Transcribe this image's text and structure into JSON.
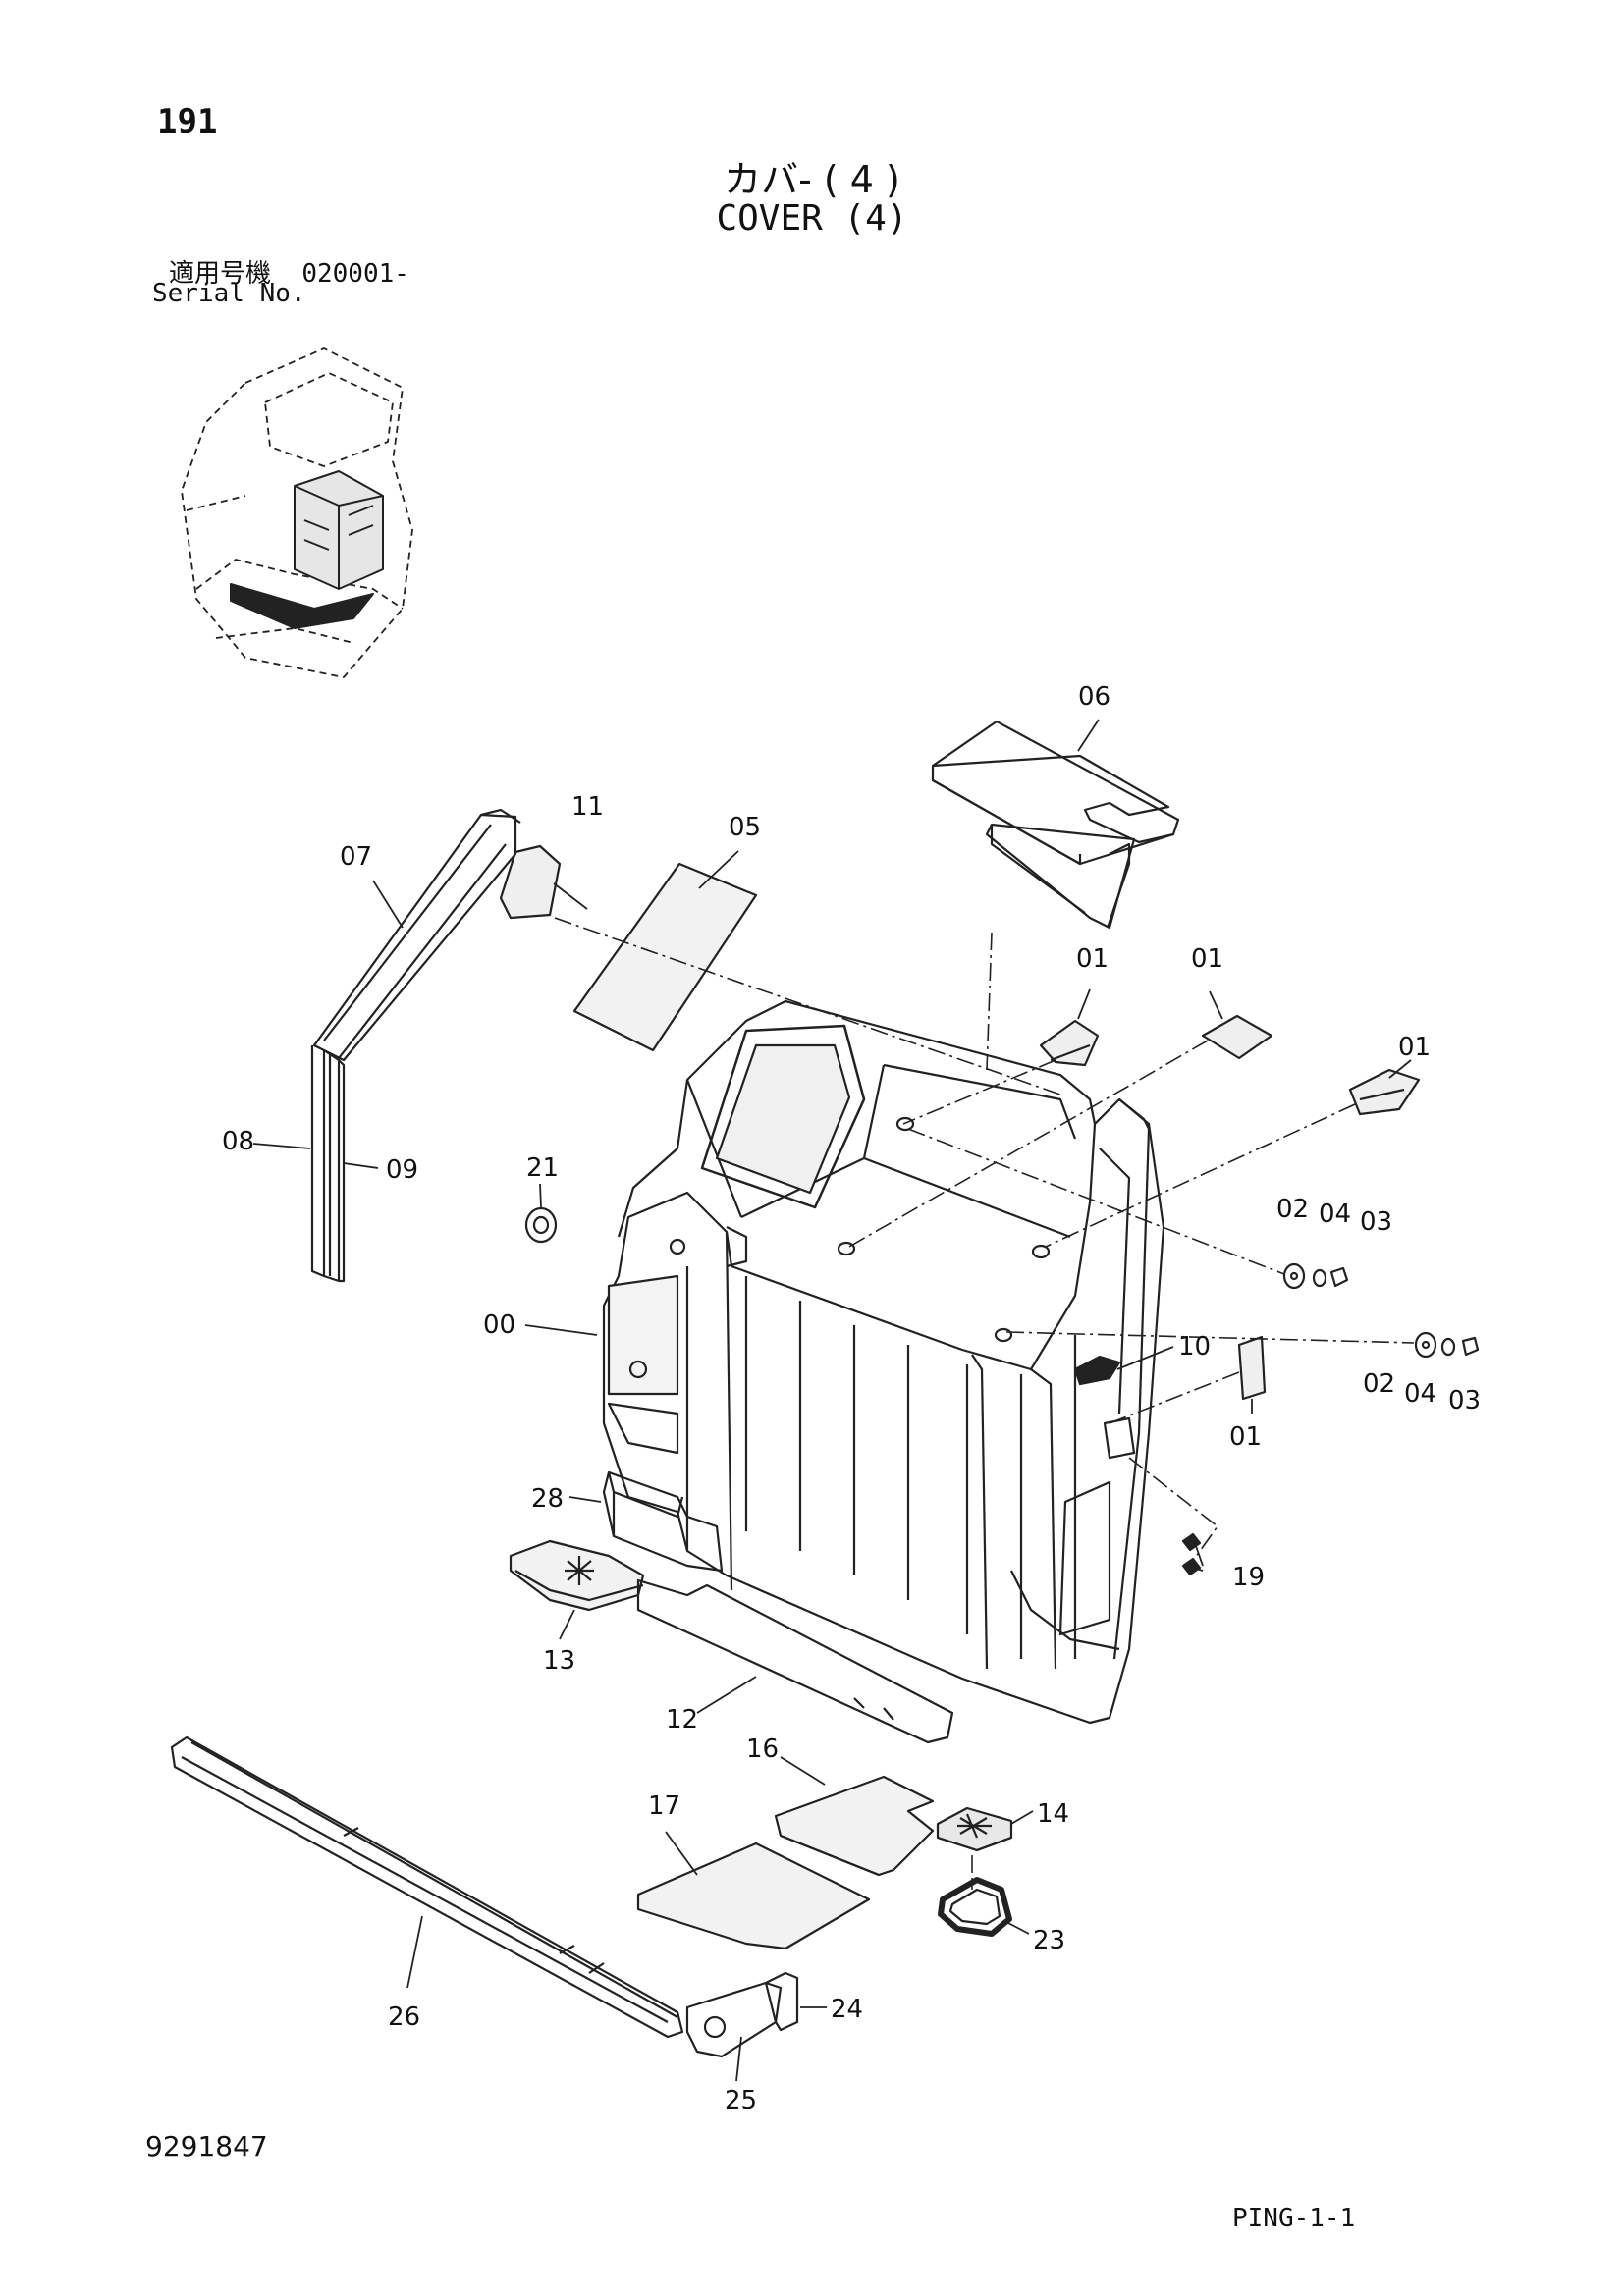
{
  "header": {
    "page_number": "191",
    "title_jp": "カバ- ( 4 )",
    "title_en": "COVER (4)",
    "serial_label_jp": "適用号機",
    "serial_range": "020001-",
    "serial_label_en": "Serial No."
  },
  "footer": {
    "document_number": "9291847",
    "page_code": "PING-1-1"
  },
  "callouts": {
    "c00": "00",
    "c01a": "01",
    "c01b": "01",
    "c01c": "01",
    "c01d": "01",
    "c02a": "02",
    "c02b": "02",
    "c03a": "03",
    "c03b": "03",
    "c04a": "04",
    "c04b": "04",
    "c05": "05",
    "c06": "06",
    "c07": "07",
    "c08": "08",
    "c09": "09",
    "c10": "10",
    "c11": "11",
    "c12": "12",
    "c13": "13",
    "c14": "14",
    "c16": "16",
    "c17": "17",
    "c19": "19",
    "c21": "21",
    "c23": "23",
    "c24": "24",
    "c25": "25",
    "c26": "26",
    "c28": "28"
  }
}
